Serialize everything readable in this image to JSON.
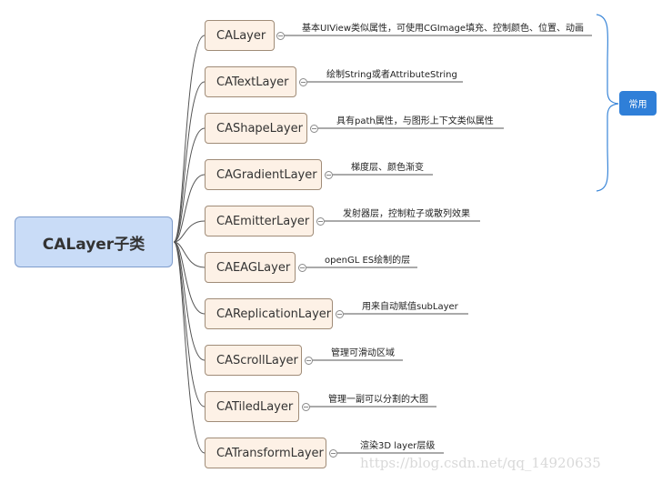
{
  "root": {
    "label": "CALayer子类"
  },
  "branches": [
    {
      "label": "CALayer",
      "desc": "基本UIView类似属性，可使用CGImage填充、控制颜色、位置、动画"
    },
    {
      "label": "CATextLayer",
      "desc": "绘制String或者AttributeString"
    },
    {
      "label": "CAShapeLayer",
      "desc": "具有path属性，与图形上下文类似属性"
    },
    {
      "label": "CAGradientLayer",
      "desc": "梯度层、颜色渐变"
    },
    {
      "label": "CAEmitterLayer",
      "desc": "发射器层，控制粒子或散列效果"
    },
    {
      "label": "CAEAGLayer",
      "desc": "openGL ES绘制的层"
    },
    {
      "label": "CAReplicationLayer",
      "desc": "用来自动赋值subLayer"
    },
    {
      "label": "CAScrollLayer",
      "desc": "管理可滑动区域"
    },
    {
      "label": "CATiledLayer",
      "desc": "管理一副可以分割的大图"
    },
    {
      "label": "CATransformLayer",
      "desc": "渲染3D layer层级"
    }
  ],
  "group": {
    "label": "常用"
  },
  "watermark": "https://blog.csdn.net/qq_14920635",
  "colors": {
    "root_fill": "#c9dcf7",
    "node_fill": "#fdf1e6",
    "group_fill": "#2f7fd8",
    "brace": "#3a86d8",
    "line": "#555555"
  }
}
